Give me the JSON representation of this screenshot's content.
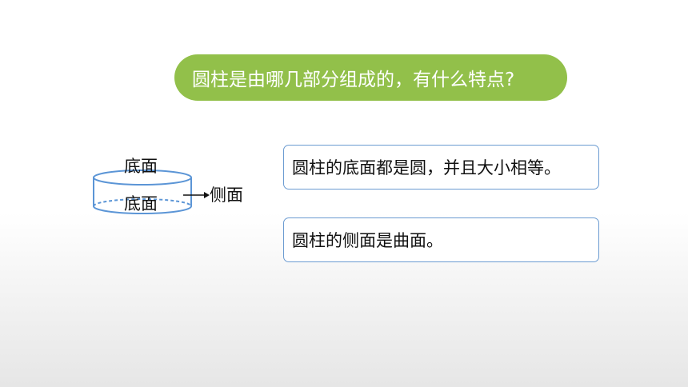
{
  "question": {
    "text": "圆柱是由哪几部分组成的，有什么特点?"
  },
  "diagram": {
    "top_label": "底面",
    "bottom_label": "底面",
    "side_label": "侧面"
  },
  "answers": [
    {
      "text": "圆柱的底面都是圆，并且大小相等。"
    },
    {
      "text": "圆柱的侧面是曲面。"
    }
  ],
  "colors": {
    "pill": "#92c04a",
    "box_border": "#6b9bd1",
    "cylinder_stroke": "#5b95d6"
  }
}
